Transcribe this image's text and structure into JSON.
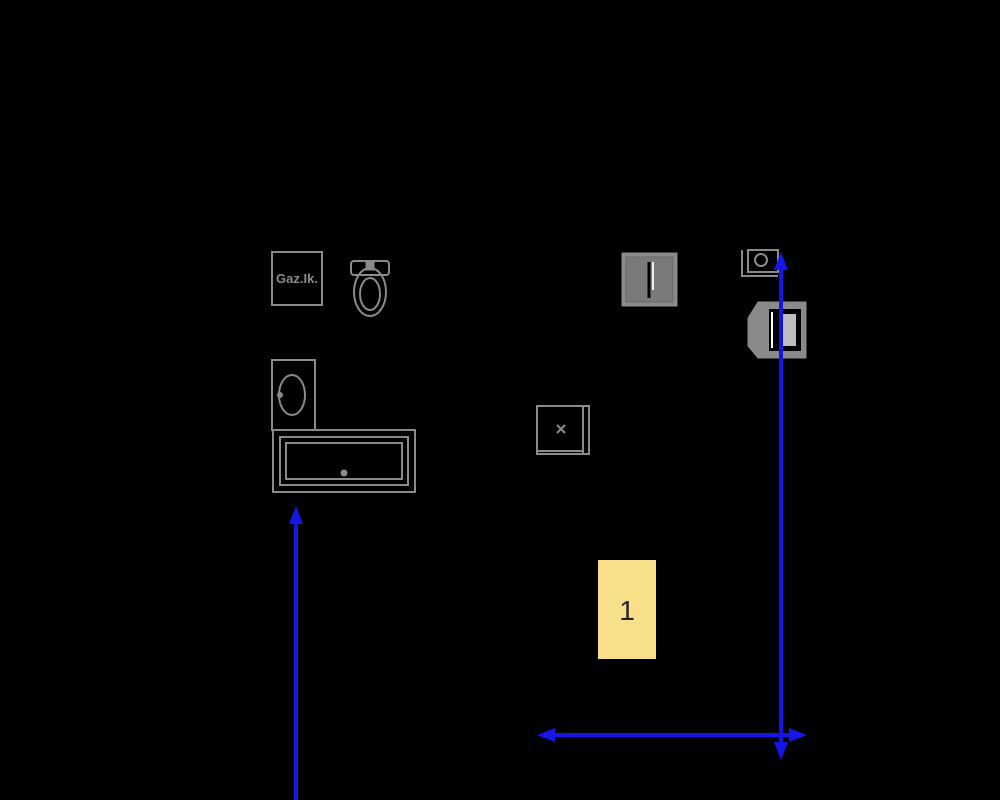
{
  "plan": {
    "background_color": "#000000",
    "fixture_color": "#8a8a8a",
    "arrow_color": "#1515e6"
  },
  "fixtures": {
    "boiler": {
      "label": "Gaz.Ik.",
      "icon": "boiler-icon"
    },
    "toilet": {
      "icon": "toilet-icon"
    },
    "washbasin": {
      "icon": "washbasin-icon"
    },
    "bathtub": {
      "icon": "bathtub-icon"
    },
    "refrigerator": {
      "icon": "refrigerator-icon"
    },
    "kitchen_sink": {
      "icon": "kitchen-sink-icon"
    },
    "stove": {
      "icon": "stove-icon"
    },
    "cabinet": {
      "icon": "cabinet-icon"
    }
  },
  "room_label": {
    "text": "1",
    "color": "#f8e08a"
  },
  "dimension_arrows": [
    {
      "name": "left-vertical-arrow"
    },
    {
      "name": "right-vertical-arrow"
    },
    {
      "name": "bottom-horizontal-arrow"
    }
  ]
}
